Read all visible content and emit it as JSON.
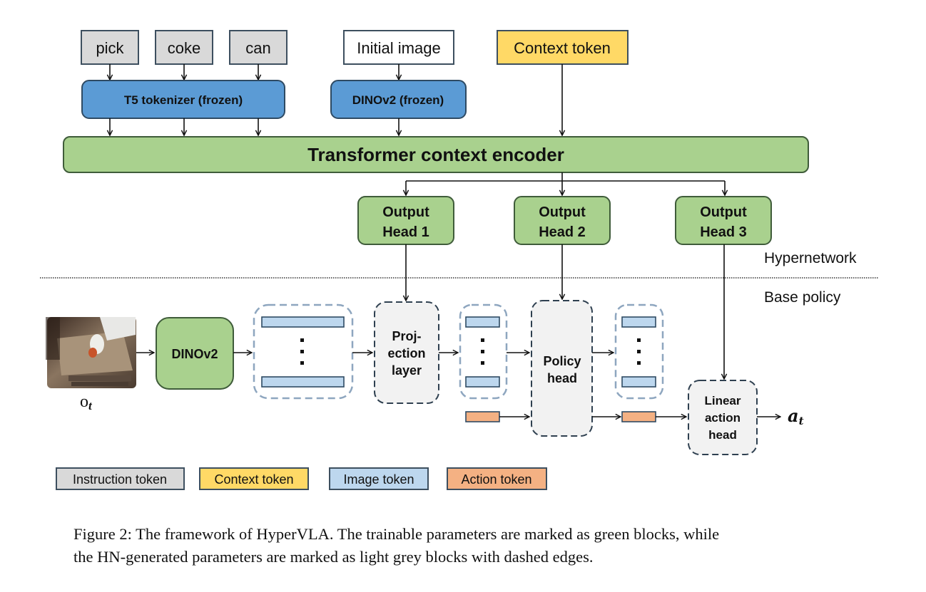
{
  "figure": {
    "title": "HyperVLA framework",
    "instruction_words": [
      "pick",
      "coke",
      "can"
    ],
    "initial_image_label": "Initial image",
    "context_token_label": "Context token",
    "t5_tokenizer_label": "T5 tokenizer (frozen)",
    "dinov2_frozen_label": "DINOv2 (frozen)",
    "encoder_label": "Transformer context encoder",
    "output_heads": [
      {
        "line1": "Output",
        "line2": "Head 1"
      },
      {
        "line1": "Output",
        "line2": "Head 2"
      },
      {
        "line1": "Output",
        "line2": "Head 3"
      }
    ],
    "region_hypernetwork": "Hypernetwork",
    "region_base_policy": "Base policy",
    "observation_label": "o",
    "observation_subscript": "t",
    "dinov2_label": "DINOv2",
    "projection_layer": [
      "Proj-",
      "ection",
      "layer"
    ],
    "policy_head": [
      "Policy",
      "head"
    ],
    "linear_action_head": [
      "Linear",
      "action",
      "head"
    ],
    "action_output_label": "a",
    "action_output_subscript": "t",
    "ellipsis": "⋮",
    "colors": {
      "instruction": "#d9d9d9",
      "context": "#ffd966",
      "image": "#bdd7ee",
      "action": "#f4b183",
      "frozen": "#5b9bd5",
      "trainable": "#a9d18e",
      "generated": "#f2f2f2",
      "border": "#2f4050"
    }
  },
  "legend": [
    {
      "label": "Instruction token",
      "color": "#d9d9d9"
    },
    {
      "label": "Context token",
      "color": "#ffd966"
    },
    {
      "label": "Image token",
      "color": "#bdd7ee"
    },
    {
      "label": "Action token",
      "color": "#f4b183"
    }
  ],
  "caption": {
    "line1": "Figure 2: The framework of HyperVLA. The trainable parameters are marked as green blocks, while",
    "line2": "the HN-generated parameters are marked as light grey blocks with dashed edges."
  }
}
